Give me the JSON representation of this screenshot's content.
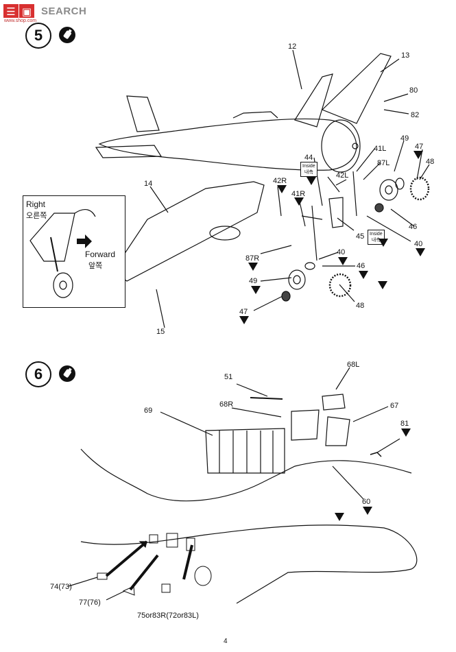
{
  "watermark": {
    "text": "SEARCH",
    "url": "www.shop.com"
  },
  "step5": {
    "number": "5",
    "labels": [
      "12",
      "13",
      "80",
      "82",
      "49",
      "47",
      "48",
      "41L",
      "87L",
      "44",
      "42L",
      "42R",
      "41R",
      "14",
      "46",
      "45",
      "40",
      "87R",
      "40",
      "46",
      "49",
      "48",
      "47",
      "15"
    ],
    "inside_en": "Inside",
    "inside_ko": "내측"
  },
  "inset": {
    "right_en": "Right",
    "right_ko": "오른쪽",
    "forward_en": "Forward",
    "forward_ko": "앞쪽"
  },
  "step6": {
    "number": "6",
    "labels": [
      "51",
      "68L",
      "68R",
      "69",
      "67",
      "81",
      "60",
      "74(73)",
      "77(76)",
      "75or83R(72or83L)"
    ]
  },
  "page": {
    "number": "4"
  },
  "colors": {
    "ink": "#111111",
    "watermark_gray": "#8a8a8a",
    "watermark_red": "#d83030"
  }
}
